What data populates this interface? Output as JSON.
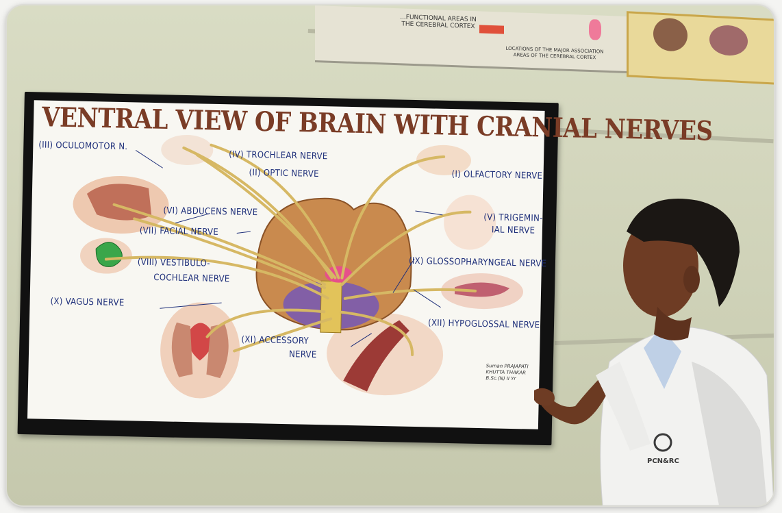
{
  "poster": {
    "title": "VENTRAL VIEW OF BRAIN WITH CRANIAL NERVES",
    "labels": {
      "oculomotor": "(III) OCULOMOTOR N.",
      "trochlear": "(IV) TROCHLEAR NERVE",
      "optic": "(II) OPTIC NERVE",
      "olfactory": "(I) OLFACTORY NERVE",
      "abducens": "(VI) ABDUCENS NERVE",
      "trigeminal_1": "(V) TRIGEMIN-",
      "trigeminal_2": "IAL NERVE",
      "facial": "(VII) FACIAL NERVE",
      "vestibulo_1": "(VIII) VESTIBULO-",
      "vestibulo_2": "COCHLEAR NERVE",
      "glossopharyngeal": "(IX) GLOSSOPHARYNGEAL NERVE",
      "vagus": "(X) VAGUS NERVE",
      "hypoglossal": "(XII) HYPOGLOSSAL NERVE",
      "accessory_1": "(XI) ACCESSORY",
      "accessory_2": "NERVE"
    },
    "signature": [
      "Suman PRAJAPATI",
      "KHUTTA THAKAR",
      "B.Sc.(N) II Yr"
    ]
  },
  "coat_logo_text": "PCN&RC",
  "top_chart_left": {
    "line1": "...FUNCTIONAL AREAS IN",
    "line2": "THE CEREBRAL CORTEX",
    "line3": "LOCATIONS OF THE MAJOR ASSOCIATION",
    "line4": "AREAS OF THE CEREBRAL CORTEX"
  },
  "colors": {
    "poster_title": "#7a3c26",
    "label_ink": "#1e2f7a",
    "nerve": "#d6b864",
    "brain": "#c98a4e",
    "wall": "#d3d6bd"
  }
}
